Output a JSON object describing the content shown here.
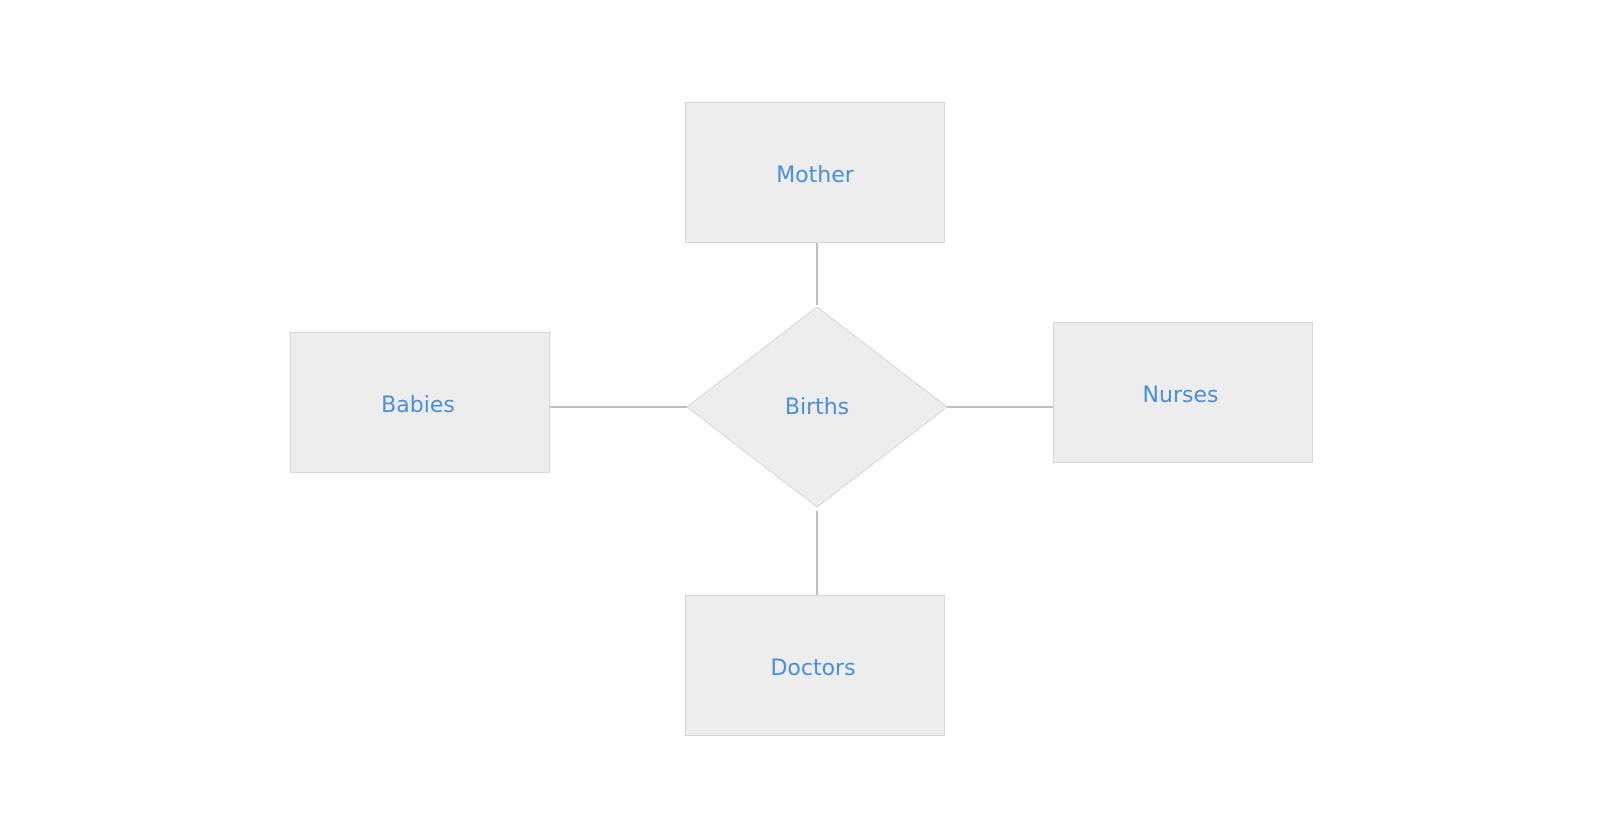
{
  "diagram": {
    "relationship": {
      "label": "Births"
    },
    "entities": {
      "top": {
        "label": "Mother"
      },
      "left": {
        "label": "Babies"
      },
      "right": {
        "label": "Nurses"
      },
      "bottom": {
        "label": "Doctors"
      }
    }
  },
  "colors": {
    "label": "#4a8fde",
    "fill": "#ededed",
    "stroke": "#d6d6d6",
    "connector": "#bfbfbf"
  }
}
